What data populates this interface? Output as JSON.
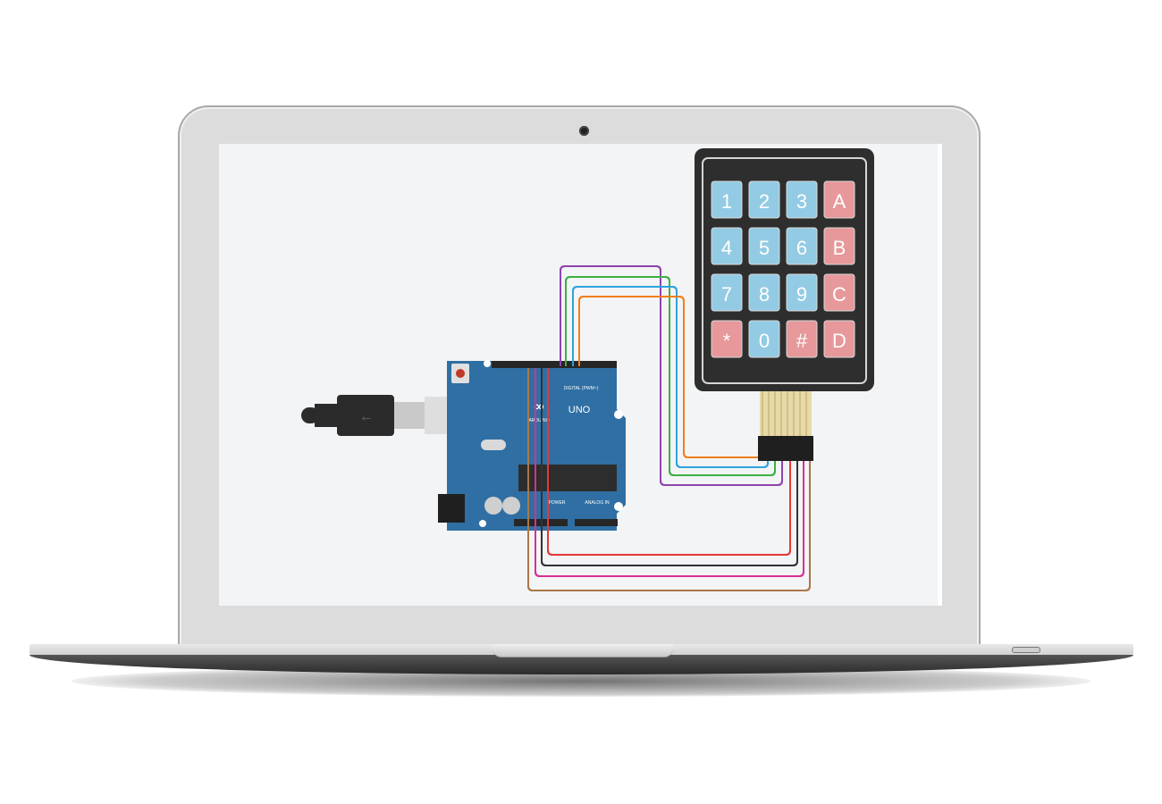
{
  "device": {
    "type": "laptop-mockup",
    "camera": "webcam-icon"
  },
  "screen": {
    "scene": "Arduino UNO connected to 4x4 membrane keypad",
    "arduino": {
      "brand": "ARDUINO",
      "model": "UNO",
      "header_label_digital": "DIGITAL (PWM~)",
      "header_label_power": "POWER",
      "header_label_analog": "ANALOG IN",
      "usb_cable": "usb-cable-icon"
    },
    "keypad": {
      "rows": [
        [
          {
            "label": "1",
            "color": "blue"
          },
          {
            "label": "2",
            "color": "blue"
          },
          {
            "label": "3",
            "color": "blue"
          },
          {
            "label": "A",
            "color": "red"
          }
        ],
        [
          {
            "label": "4",
            "color": "blue"
          },
          {
            "label": "5",
            "color": "blue"
          },
          {
            "label": "6",
            "color": "blue"
          },
          {
            "label": "B",
            "color": "red"
          }
        ],
        [
          {
            "label": "7",
            "color": "blue"
          },
          {
            "label": "8",
            "color": "blue"
          },
          {
            "label": "9",
            "color": "blue"
          },
          {
            "label": "C",
            "color": "red"
          }
        ],
        [
          {
            "label": "*",
            "color": "red"
          },
          {
            "label": "0",
            "color": "blue"
          },
          {
            "label": "#",
            "color": "red"
          },
          {
            "label": "D",
            "color": "red"
          }
        ]
      ],
      "key_colors": {
        "blue": "#93cbe4",
        "red": "#e7989a"
      }
    },
    "wires": [
      {
        "name": "purple",
        "color": "#8e44ad"
      },
      {
        "name": "green",
        "color": "#3cb043"
      },
      {
        "name": "blue",
        "color": "#2ea3dc"
      },
      {
        "name": "orange",
        "color": "#f07f1a"
      },
      {
        "name": "red",
        "color": "#e53935"
      },
      {
        "name": "black",
        "color": "#333333"
      },
      {
        "name": "magenta",
        "color": "#d6318f"
      },
      {
        "name": "brown",
        "color": "#a9784a"
      }
    ]
  }
}
